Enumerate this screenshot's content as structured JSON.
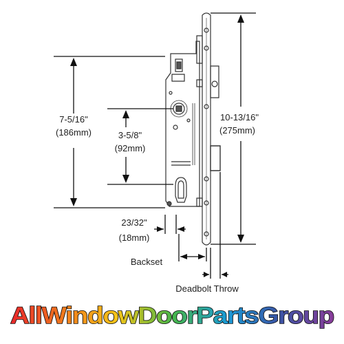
{
  "dimensions": {
    "overall_height": {
      "inch": "7-5/16\"",
      "mm": "(186mm)"
    },
    "spindle_to_cylinder": {
      "inch": "3-5/8\"",
      "mm": "(92mm)"
    },
    "faceplate_length": {
      "inch": "10-13/16\"",
      "mm": "(275mm)"
    },
    "case_offset": {
      "inch": "23/32\"",
      "mm": "(18mm)"
    }
  },
  "labels": {
    "backset": "Backset",
    "deadbolt_throw": "Deadbolt Throw"
  },
  "logo": {
    "text": "AllWindowDoorPartsGroup",
    "colors": [
      "#e8262b",
      "#f07c1c",
      "#f5c518",
      "#48b648",
      "#1a9ad6",
      "#3a54a4",
      "#8a3c9a"
    ]
  }
}
